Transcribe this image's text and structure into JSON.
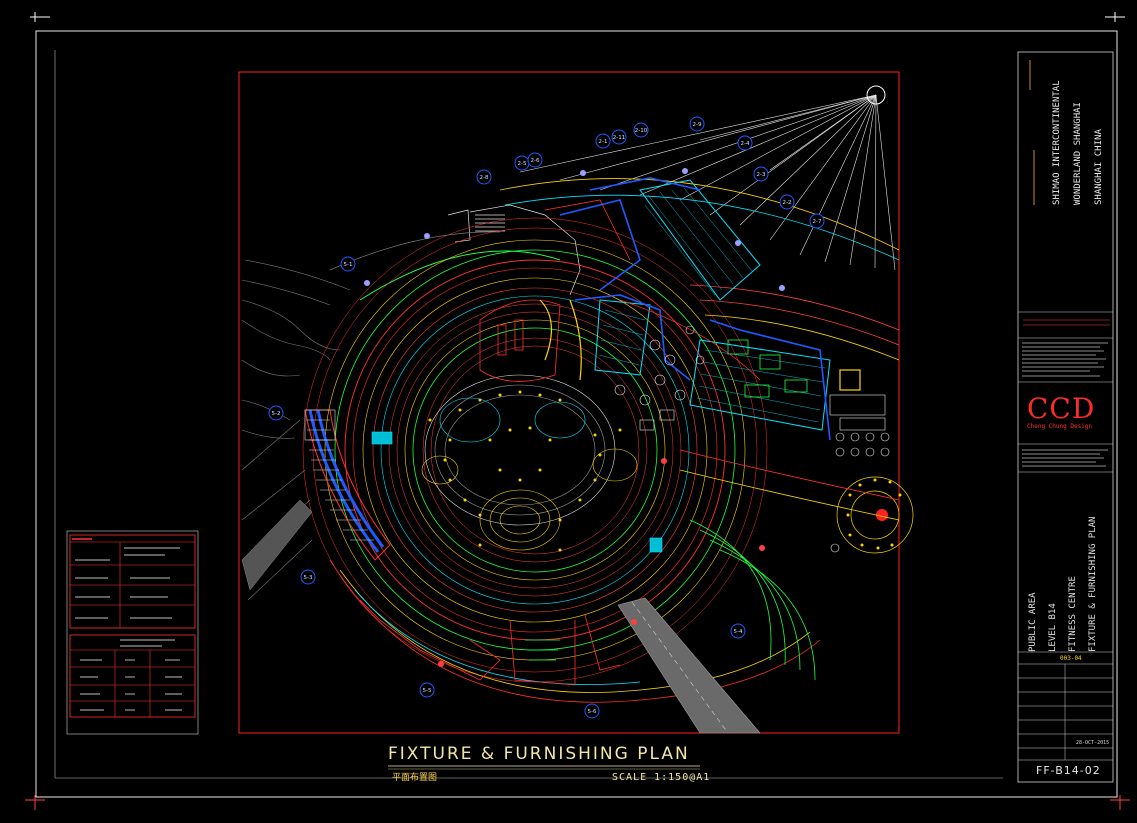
{
  "drawing": {
    "title": "FIXTURE & FURNISHING PLAN",
    "subtitle": "平面布置图",
    "scale": "SCALE 1:150@A1",
    "sheet_number": "FF-B14-02"
  },
  "title_block": {
    "project_lines": [
      "SHIMAO INTERCONTINENTAL",
      "WONDERLAND SHANGHAI",
      "SHANGHAI  CHINA"
    ],
    "drawing_lines": [
      "PUBLIC AREA",
      "LEVEL B14",
      "FITNESS CENTRE",
      "FIXTURE & FURNISHING PLAN"
    ],
    "logo_text": "CCD",
    "logo_subtext": "Cheng Chung Design",
    "issue_code": "003-04",
    "date": "28-OCT-2015"
  },
  "grid_bubbles": [
    "2-8",
    "2-5",
    "2-6",
    "2-1",
    "2-11",
    "2-10",
    "2-9",
    "2-4",
    "2-3",
    "2-2",
    "2-7",
    "5-1",
    "5-2",
    "5-3",
    "5-4",
    "5-5",
    "5-6"
  ],
  "colors": {
    "frame": "#ffffff",
    "border": "#ff2020",
    "cyan": "#00e5ff",
    "blue": "#1e5bff",
    "yellow": "#ffd400",
    "green": "#20ff40",
    "magenta": "#ff40ff",
    "red": "#ff2a2a",
    "white": "#f0f0f0"
  }
}
